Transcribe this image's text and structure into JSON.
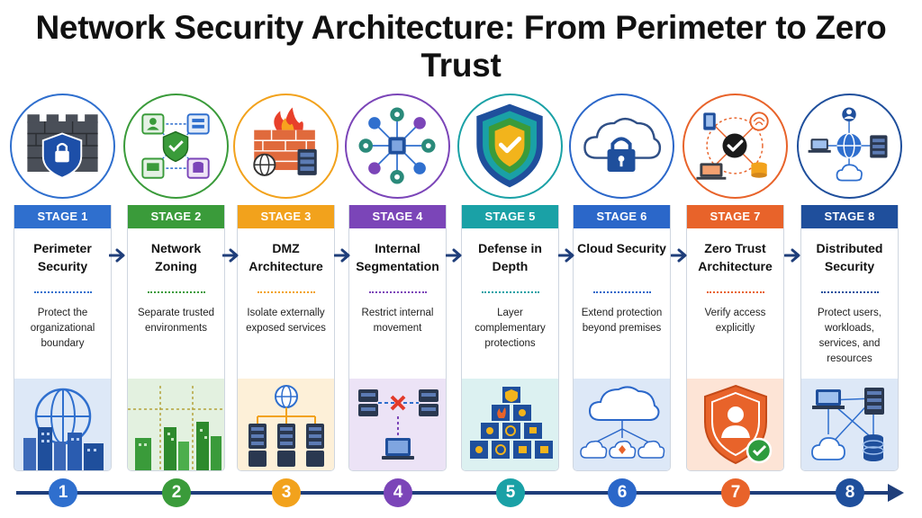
{
  "title": "Network Security Architecture: From Perimeter to Zero Trust",
  "stages": [
    {
      "band": "STAGE 1",
      "name": "Perimeter Security",
      "desc": "Protect the organizational boundary",
      "number": "1",
      "color": "#2f6fce",
      "icon": "fortress-wall-shield-icon",
      "scene": "city-globe-illustration"
    },
    {
      "band": "STAGE 2",
      "name": "Network Zoning",
      "desc": "Separate trusted environments",
      "number": "2",
      "color": "#3a9b3a",
      "icon": "zone-network-shield-icon",
      "scene": "zoned-city-illustration"
    },
    {
      "band": "STAGE 3",
      "name": "DMZ Architecture",
      "desc": "Isolate externally exposed services",
      "number": "3",
      "color": "#f2a21c",
      "icon": "firewall-globe-server-icon",
      "scene": "dmz-servers-illustration"
    },
    {
      "band": "STAGE 4",
      "name": "Internal Segmentation",
      "desc": "Restrict internal movement",
      "number": "4",
      "color": "#7b45b8",
      "icon": "network-hub-icon",
      "scene": "blocked-servers-illustration"
    },
    {
      "band": "STAGE 5",
      "name": "Defense in Depth",
      "desc": "Layer complementary protections",
      "number": "5",
      "color": "#1aa1a6",
      "icon": "layered-shield-check-icon",
      "scene": "layered-blocks-illustration"
    },
    {
      "band": "STAGE 6",
      "name": "Cloud Security",
      "desc": "Extend protection beyond premises",
      "number": "6",
      "color": "#2b67c9",
      "icon": "cloud-lock-icon",
      "scene": "cloud-network-illustration"
    },
    {
      "band": "STAGE 7",
      "name": "Zero Trust Architecture",
      "desc": "Verify access explicitly",
      "number": "7",
      "color": "#e8632a",
      "icon": "verified-devices-icon",
      "scene": "user-shield-check-illustration"
    },
    {
      "band": "STAGE 8",
      "name": "Distributed Security",
      "desc": "Protect users, workloads, services, and resources",
      "number": "8",
      "color": "#1f4f9c",
      "icon": "distributed-globe-icon",
      "scene": "distributed-resources-illustration"
    }
  ]
}
